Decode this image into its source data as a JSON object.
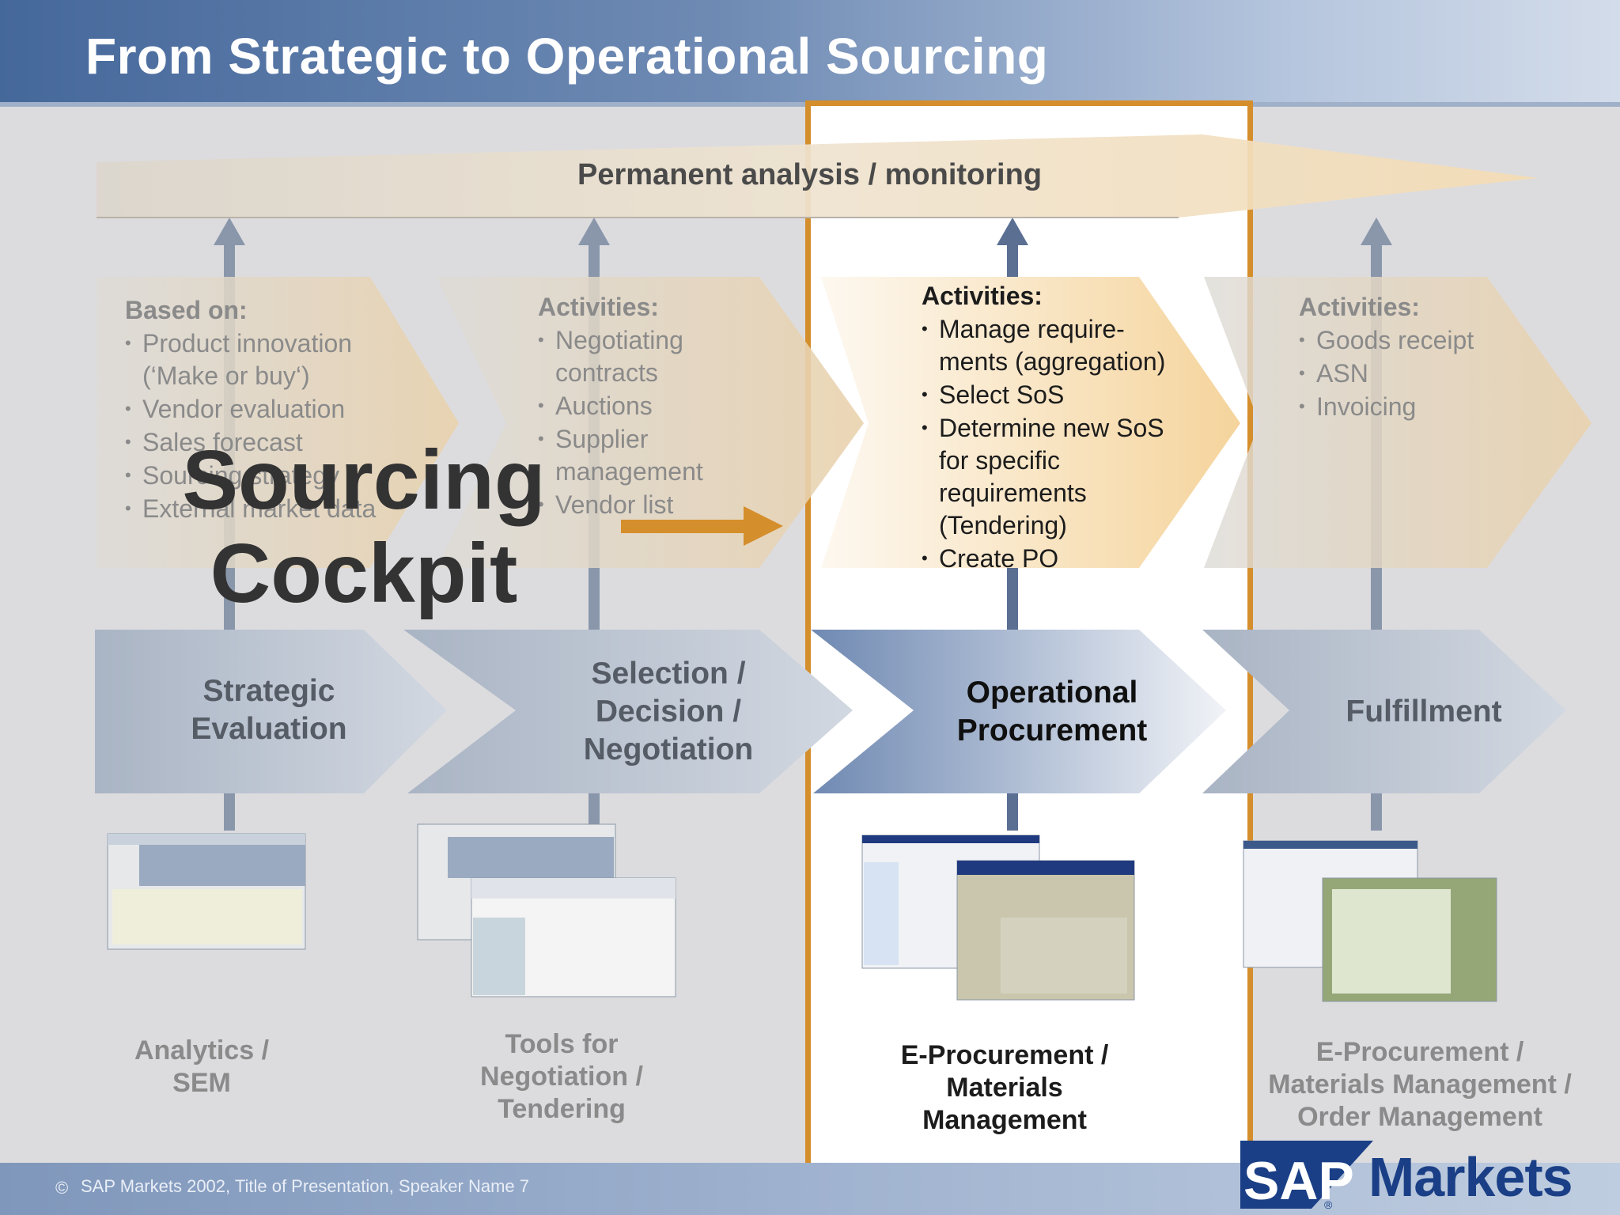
{
  "title": "From Strategic to Operational Sourcing",
  "permanent_label": "Permanent analysis / monitoring",
  "overlay_text": "Sourcing Cockpit",
  "activities": [
    {
      "heading": "Based on:",
      "items": [
        "Product innovation (‘Make or buy‘)",
        "Vendor evaluation",
        "Sales forecast",
        "Sourcing strategy",
        "External market data"
      ]
    },
    {
      "heading": "Activities:",
      "items": [
        "Negotiating contracts",
        "Auctions",
        "Supplier management",
        "Vendor list"
      ]
    },
    {
      "heading": "Activities:",
      "items": [
        "Manage require-ments (aggregation)",
        "Select SoS",
        "Determine new SoS for specific requirements (Tendering)",
        "Create PO"
      ]
    },
    {
      "heading": "Activities:",
      "items": [
        "Goods receipt",
        "ASN",
        "Invoicing"
      ]
    }
  ],
  "phases": [
    "Strategic Evaluation",
    "Selection / Decision / Negotiation",
    "Operational Procurement",
    "Fulfillment"
  ],
  "tools": [
    "Analytics / SEM",
    "Tools for Negotiation / Tendering",
    "E-Procurement / Materials Management",
    "E-Procurement / Materials Management / Order Management"
  ],
  "footer": "SAP Markets 2002, Title of Presentation, Speaker Name  7",
  "copyright_symbol": "©",
  "logo": {
    "sap": "SAP",
    "markets": "Markets",
    "registered": "®"
  },
  "colors": {
    "highlight_border": "#d58e2c",
    "arrow_orange": "#d58e2c",
    "phase_blue": "#5f7aa6",
    "activity_tan": "#f3d9b0",
    "title_bar": "#45689b"
  }
}
